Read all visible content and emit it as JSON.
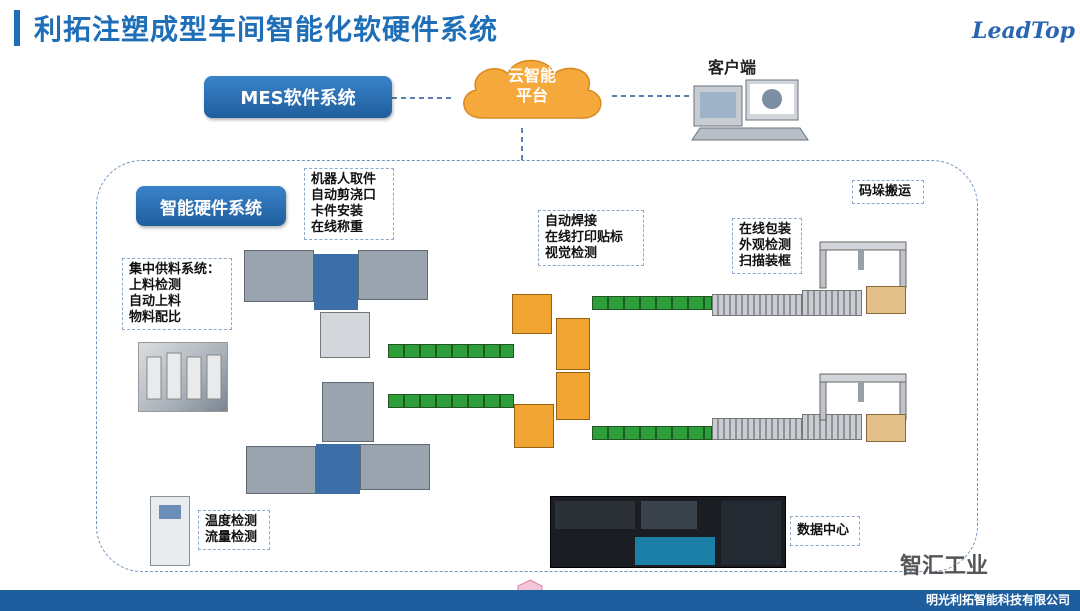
{
  "header": {
    "title": "利拓注塑成型车间智能化软硬件系统",
    "logo_text": "LeadTop"
  },
  "top": {
    "mes_label": "MES软件系统",
    "cloud_label_line1": "云智能",
    "cloud_label_line2": "平台",
    "client_label": "客户端"
  },
  "region": {
    "hardware_label": "智能硬件系统"
  },
  "callouts": {
    "robot": "机器人取件\n自动剪浇口\n卡件安装\n在线称重",
    "supply": "集中供料系统：\n上料检测\n自动上料\n物料配比",
    "weld": "自动焊接\n在线打印贴标\n视觉检测",
    "pack": "在线包装\n外观检测\n扫描装框",
    "stack": "码垛搬运",
    "temp": "温度检测\n流量检测",
    "datacenter": "数据中心"
  },
  "footer": {
    "company": "明光利拓智能科技有限公司",
    "watermark": "智汇工业"
  },
  "colors": {
    "brand_blue": "#1f6fb8",
    "cloud_orange": "#f5a83c",
    "conveyor_green": "#2e9e3a",
    "box_orange": "#f0a431"
  }
}
